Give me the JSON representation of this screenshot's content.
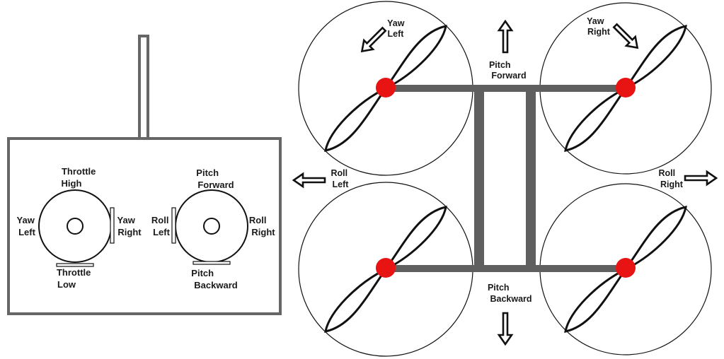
{
  "colors": {
    "frame": "#5f5f5f",
    "hub": "#e81414",
    "outline": "#111111",
    "background": "#ffffff"
  },
  "controller": {
    "left_stick": {
      "top": [
        "Throttle",
        "High"
      ],
      "bottom": [
        "Throttle",
        "Low"
      ],
      "left": [
        "Yaw",
        "Left"
      ],
      "right": [
        "Yaw",
        "Right"
      ]
    },
    "right_stick": {
      "top": [
        "Pitch",
        "Forward"
      ],
      "bottom": [
        "Pitch",
        "Backward"
      ],
      "left": [
        "Roll",
        "Left"
      ],
      "right": [
        "Roll",
        "Right"
      ]
    }
  },
  "quad": {
    "yaw_left": [
      "Yaw",
      "Left"
    ],
    "yaw_right": [
      "Yaw",
      "Right"
    ],
    "pitch_forward": [
      "Pitch",
      "Forward"
    ],
    "pitch_backward": [
      "Pitch",
      "Backward"
    ],
    "roll_left": [
      "Roll",
      "Left"
    ],
    "roll_right": [
      "Roll",
      "Right"
    ]
  },
  "icons": {
    "arrow": "arrow-icon",
    "propeller": "propeller-icon",
    "motor_hub": "motor-hub-icon"
  }
}
